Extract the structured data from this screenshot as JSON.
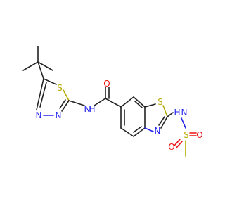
{
  "molecule": {
    "atoms": {
      "s_thiadiazole": {
        "label": "S",
        "color": "#b8a800"
      },
      "n_thiadiazole_a": {
        "label": "N",
        "color": "#2222ee"
      },
      "n_thiadiazole_b": {
        "label": "N",
        "color": "#2222ee"
      },
      "nh_amide": {
        "label": "N",
        "color": "#2222ee"
      },
      "h_amide": {
        "label": "H",
        "color": "#2222ee"
      },
      "o_carbonyl": {
        "label": "O",
        "color": "#ee1111"
      },
      "s_benzothiazole": {
        "label": "S",
        "color": "#b8a800"
      },
      "n_benzothiazole": {
        "label": "N",
        "color": "#2222ee"
      },
      "nh_sulfonamide": {
        "label": "N",
        "color": "#2222ee"
      },
      "h_sulfonamide": {
        "label": "H",
        "color": "#2222ee"
      },
      "s_sulfonyl": {
        "label": "S",
        "color": "#b8a800"
      },
      "o_sulfonyl_a": {
        "label": "O",
        "color": "#ee1111"
      },
      "o_sulfonyl_b": {
        "label": "O",
        "color": "#ee1111"
      }
    }
  }
}
